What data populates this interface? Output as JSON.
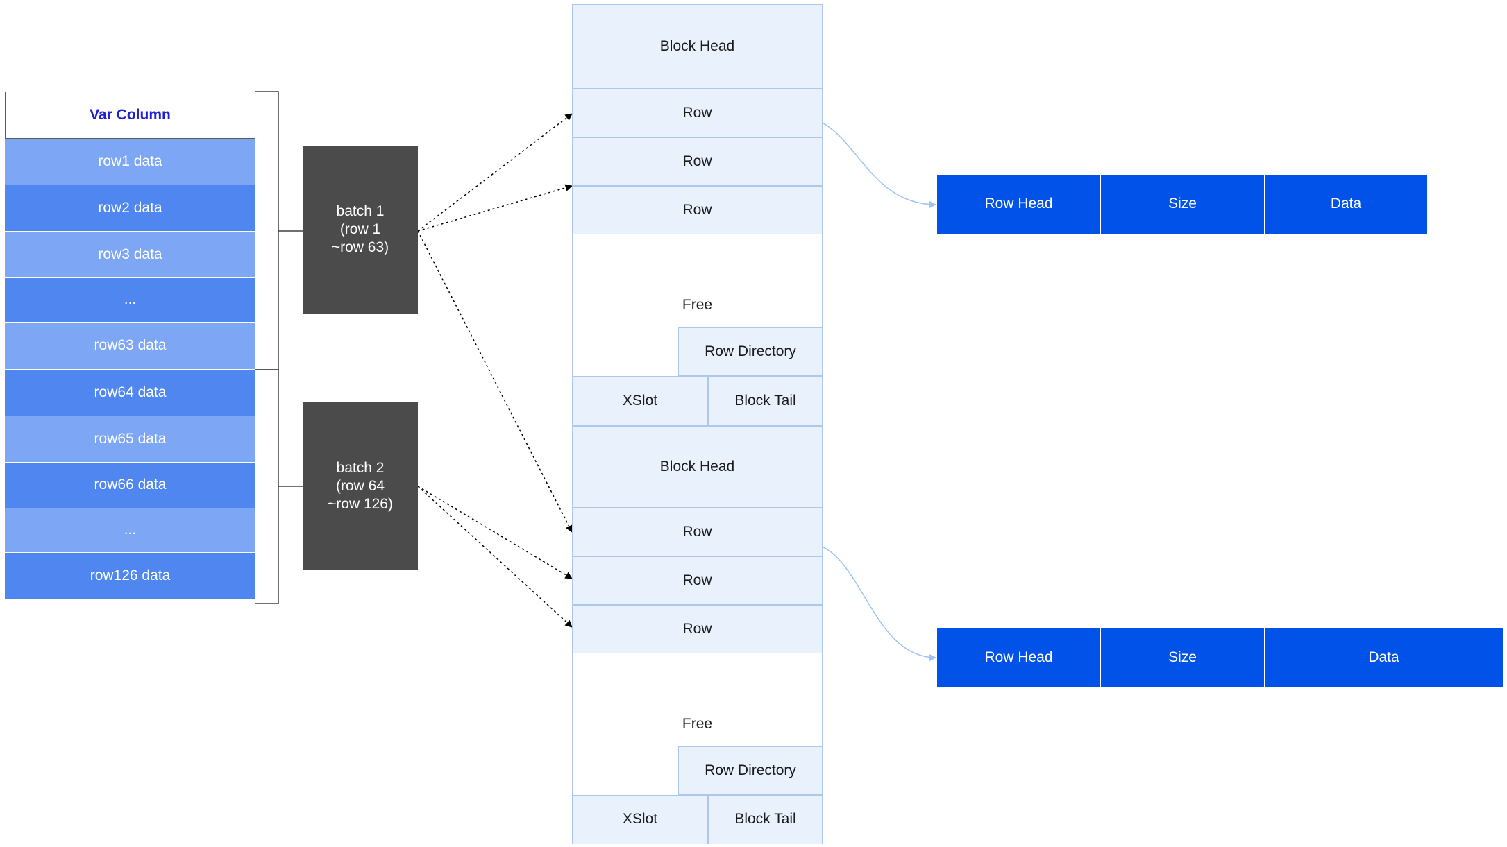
{
  "var_column": {
    "header": "Var Column",
    "rows": [
      "row1 data",
      "row2 data",
      "row3 data",
      "...",
      "row63 data",
      "row64 data",
      "row65 data",
      "row66 data",
      "...",
      "row126 data"
    ]
  },
  "batches": [
    "batch 1\n(row 1\n~row 63)",
    "batch 2\n(row 64\n~row 126)"
  ],
  "blocks": [
    {
      "head": "Block Head",
      "rows": [
        "Row",
        "Row",
        "Row"
      ],
      "free": "Free",
      "row_directory": "Row Directory",
      "xslot": "XSlot",
      "tail": "Block Tail"
    },
    {
      "head": "Block Head",
      "rows": [
        "Row",
        "Row",
        "Row"
      ],
      "free": "Free",
      "row_directory": "Row Directory",
      "xslot": "XSlot",
      "tail": "Block Tail"
    }
  ],
  "row_formats": [
    {
      "head": "Row Head",
      "size": "Size",
      "data": "Data"
    },
    {
      "head": "Row Head",
      "size": "Size",
      "data": "Data"
    }
  ],
  "colors": {
    "light_cell": "#7da6f5",
    "dark_cell": "#4f86f0",
    "batch": "#4b4b4b",
    "block_fill": "#e9f1fc",
    "block_border": "#aec8ec",
    "row_format": "#0052e8",
    "header_text": "#1f1fd6"
  }
}
